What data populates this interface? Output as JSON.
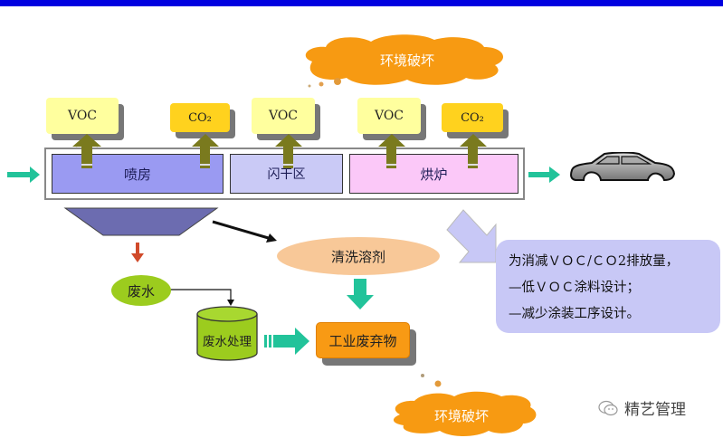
{
  "diagram": {
    "emissions": [
      {
        "label": "VOC",
        "type": "voc"
      },
      {
        "label": "CO₂",
        "type": "co2"
      },
      {
        "label": "VOC",
        "type": "voc"
      },
      {
        "label": "VOC",
        "type": "voc"
      },
      {
        "label": "CO₂",
        "type": "co2"
      }
    ],
    "stages": [
      {
        "label": "喷房"
      },
      {
        "label": "闪干区"
      },
      {
        "label": "烘炉"
      }
    ],
    "clouds": {
      "top": "环境破坏",
      "bottom": "环境破坏"
    },
    "nodes": {
      "cleaning_solvent": "清洗溶剂",
      "waste_water": "废水",
      "waste_water_treatment": "废水处理",
      "industrial_waste": "工业废弃物"
    },
    "note": {
      "lines": [
        "为消减ＶＯＣ/ＣＯ2排放量，",
        "—低ＶＯＣ涂料设计；",
        "—减少涂装工序设计。"
      ]
    },
    "colors": {
      "top_bar": "#0000e0",
      "voc_box": "#ffff9e",
      "co2_box": "#ffd21e",
      "spray_booth": "#9a9af2",
      "flash_zone": "#cacaf6",
      "oven": "#fbc8f8",
      "flow_arrow": "#22c39a",
      "up_arrow": "#7a7a1e",
      "cloud": "#f79a12",
      "note_bg": "#c8c8f6"
    }
  },
  "watermark": {
    "text": "精艺管理",
    "icon": "wechat-icon"
  }
}
